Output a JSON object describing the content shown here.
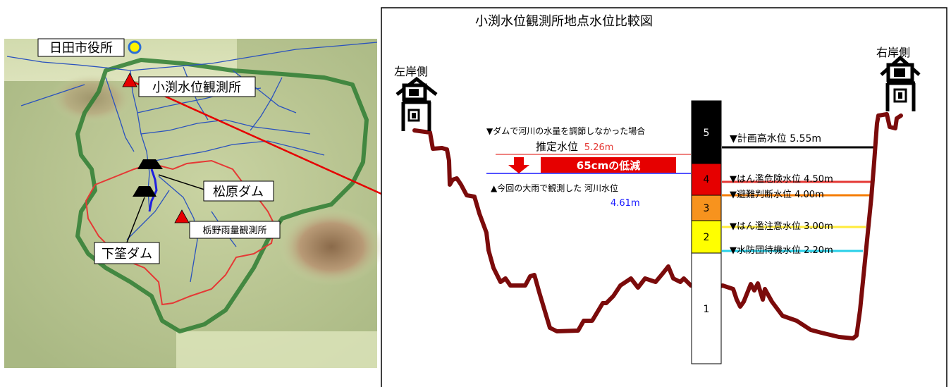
{
  "map": {
    "city_hall": "日田市役所",
    "station_label": "小渕水位観測所",
    "dam_matsubara": "松原ダム",
    "dam_shimouke": "下筌ダム",
    "rain_gauge": "栃野雨量観測所",
    "colors": {
      "basin_border": "#2e7d32",
      "river": "#2a52be",
      "catchment": "#e53935"
    }
  },
  "comparison": {
    "title": "小渕水位観測所地点水位比較図",
    "left_bank": "左岸側",
    "right_bank": "右岸側",
    "without_dam_note": "▼ダムで河川の水量を調節しなかった場合",
    "estimated_label": "推定水位",
    "estimated_value": "5.26m",
    "reduction": "65cmの低減",
    "observed_note": "▲今回の大雨で観測した 河川水位",
    "observed_value": "4.61m",
    "scale_levels": [
      "5",
      "4",
      "3",
      "2",
      "1"
    ],
    "levels": [
      {
        "label": "▼計画高水位 5.55m",
        "color": "#000000"
      },
      {
        "label": "▼はん濫危険水位 4.50m",
        "color": "#e53935"
      },
      {
        "label": "▼避難判断水位 4.00m",
        "color": "#f57c00"
      },
      {
        "label": "▼はん濫注意水位 3.00m",
        "color": "#ffeb3b"
      },
      {
        "label": "▼水防団待機水位 2.20m",
        "color": "#29d0e8"
      }
    ]
  }
}
